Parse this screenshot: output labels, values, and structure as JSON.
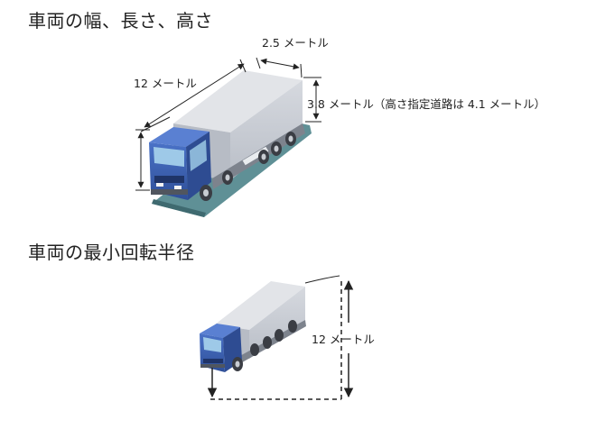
{
  "headings": {
    "dimensions": "車両の幅、長さ、高さ",
    "turning": "車両の最小回転半径"
  },
  "dimensions": {
    "width": "2.5 メートル",
    "length": "12 メートル",
    "height": "3.8 メートル（高さ指定道路は 4.1 メートル）"
  },
  "turning": {
    "radius": "12 メートル"
  },
  "colors": {
    "cab": "#3d62b5",
    "cab_dark": "#2c4a8f",
    "container": "#c9ccd3",
    "container_side": "#aeb3bd",
    "road": "#5e8f95"
  }
}
